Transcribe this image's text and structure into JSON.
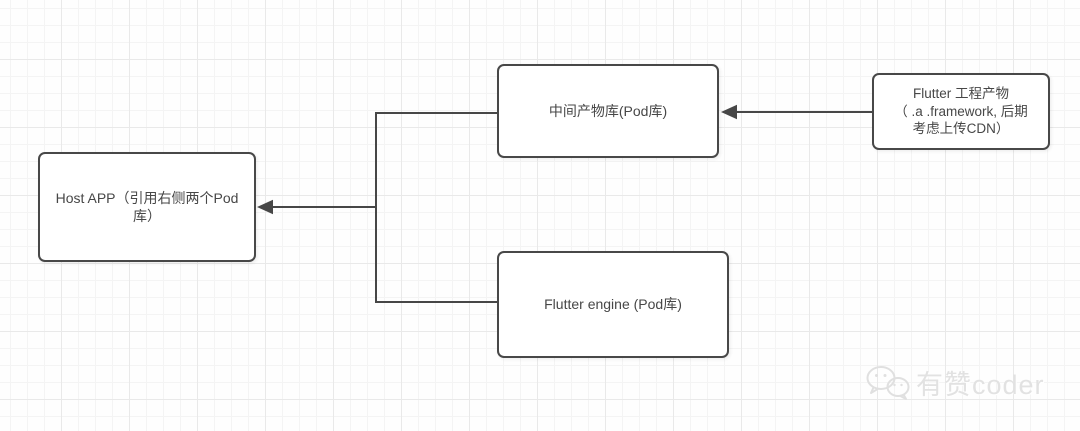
{
  "canvas": {
    "background": "#fefefe",
    "grid_minor_color": "#f4f4f4",
    "grid_major_color": "#e9e9e9"
  },
  "colors": {
    "node_border": "#484848",
    "node_fill": "#ffffff",
    "node_text": "#474747",
    "connector": "#474747",
    "watermark": "#e2e2e2"
  },
  "nodes": {
    "host_app": {
      "label": "Host APP（引用右侧两个Pod\n库）"
    },
    "intermediate_pod": {
      "label": "中间产物库(Pod库)"
    },
    "flutter_engine": {
      "label": "Flutter engine (Pod库)"
    },
    "flutter_artifact": {
      "label": "Flutter 工程产物\n（ .a .framework, 后期\n考虑上传CDN）"
    }
  },
  "edges": [
    {
      "from": "intermediate_pod",
      "to": "host_app",
      "type": "orthogonal-arrow"
    },
    {
      "from": "flutter_engine",
      "to": "host_app",
      "type": "orthogonal-arrow"
    },
    {
      "from": "flutter_artifact",
      "to": "intermediate_pod",
      "type": "straight-arrow"
    }
  ],
  "watermark": {
    "icon": "wechat-icon",
    "label": "有赞coder"
  }
}
